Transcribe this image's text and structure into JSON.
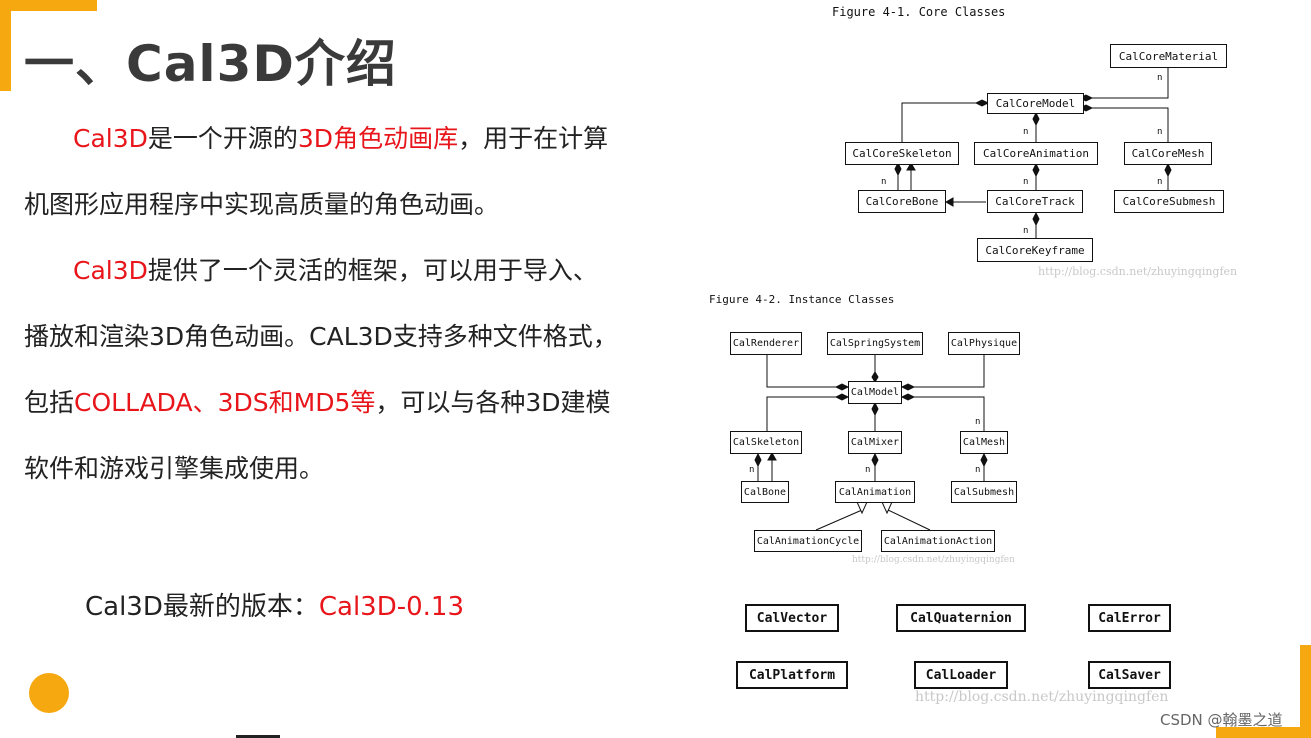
{
  "slide": {
    "title": "一、Cal3D介绍",
    "para1": {
      "red1": "Cal3D",
      "text1": "是一个开源的",
      "red2": "3D角色动画库",
      "text2": "，用于在计算",
      "line2": "机图形应用程序中实现高质量的角色动画。"
    },
    "para2": {
      "red1": "Cal3D",
      "text1": "提供了一个灵活的框架，可以用于导入、",
      "line2": "播放和渲染3D角色动画。CAL3D支持多种文件格式，",
      "line3_text1": "包括",
      "line3_red": "COLLADA、3DS和MD5等",
      "line3_text2": "，可以与各种3D建模",
      "line4": "软件和游戏引擎集成使用。"
    },
    "version": {
      "label": "Cal3D最新的版本：",
      "value": "Cal3D-0.13"
    }
  },
  "figure1": {
    "title": "Figure 4-1. Core Classes",
    "boxes": {
      "material": "CalCoreMaterial",
      "model": "CalCoreModel",
      "skeleton": "CalCoreSkeleton",
      "animation": "CalCoreAnimation",
      "mesh": "CalCoreMesh",
      "bone": "CalCoreBone",
      "track": "CalCoreTrack",
      "submesh": "CalCoreSubmesh",
      "keyframe": "CalCoreKeyframe"
    },
    "multiplicity": "n",
    "watermark": "http://blog.csdn.net/zhuyingqingfen"
  },
  "figure2": {
    "title": "Figure 4-2. Instance Classes",
    "boxes": {
      "renderer": "CalRenderer",
      "spring": "CalSpringSystem",
      "physique": "CalPhysique",
      "model": "CalModel",
      "skeleton": "CalSkeleton",
      "mixer": "CalMixer",
      "mesh": "CalMesh",
      "bone": "CalBone",
      "animation": "CalAnimation",
      "submesh": "CalSubmesh",
      "cycle": "CalAnimationCycle",
      "action": "CalAnimationAction"
    },
    "watermark": "http://blog.csdn.net/zhuyingqingfen"
  },
  "figure3": {
    "boxes": {
      "vector": "CalVector",
      "quaternion": "CalQuaternion",
      "error": "CalError",
      "platform": "CalPlatform",
      "loader": "CalLoader",
      "saver": "CalSaver"
    },
    "watermark": "http://blog.csdn.net/zhuyingqingfen"
  },
  "footer": {
    "credit": "CSDN @翰墨之道"
  },
  "colors": {
    "accent": "#f5a80f",
    "highlight": "#e8151b",
    "title": "#3a3a3a"
  }
}
